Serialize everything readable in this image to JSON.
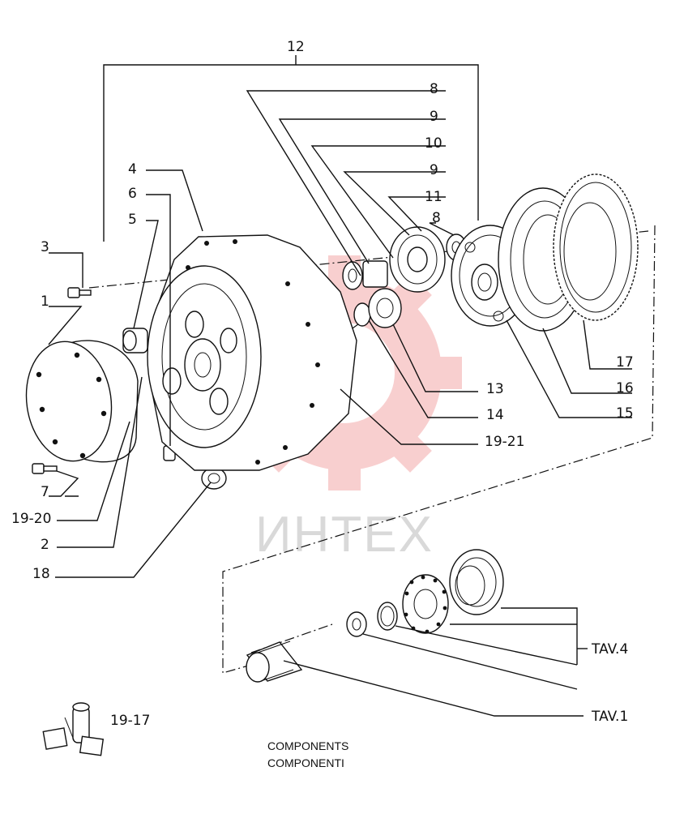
{
  "watermark": {
    "text": "ИНТЕХ",
    "color": "#f2b5b5"
  },
  "callouts": {
    "c12": "12",
    "c8a": "8",
    "c9a": "9",
    "c10": "10",
    "c9b": "9",
    "c11": "11",
    "c8b": "8",
    "c4": "4",
    "c6": "6",
    "c5": "5",
    "c3": "3",
    "c1": "1",
    "c7": "7",
    "c19_20": "19-20",
    "c2": "2",
    "c18": "18",
    "c13": "13",
    "c14": "14",
    "c19_21": "19-21",
    "c15": "15",
    "c16": "16",
    "c17": "17",
    "tav4": "TAV.4",
    "tav1": "TAV.1",
    "c19_17": "19-17"
  },
  "caption": {
    "line1": "COMPONENTS",
    "line2": "COMPONENTI"
  }
}
